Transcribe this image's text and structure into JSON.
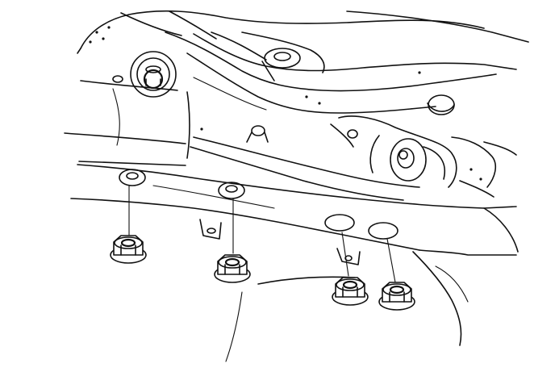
{
  "figure": {
    "description_text": "",
    "colors": {
      "ink": "#111111",
      "paper": "#ffffff"
    },
    "nuts": [
      {
        "id": "nut-1",
        "label": ""
      },
      {
        "id": "nut-2",
        "label": ""
      },
      {
        "id": "nut-3",
        "label": ""
      },
      {
        "id": "nut-4",
        "label": ""
      }
    ]
  }
}
